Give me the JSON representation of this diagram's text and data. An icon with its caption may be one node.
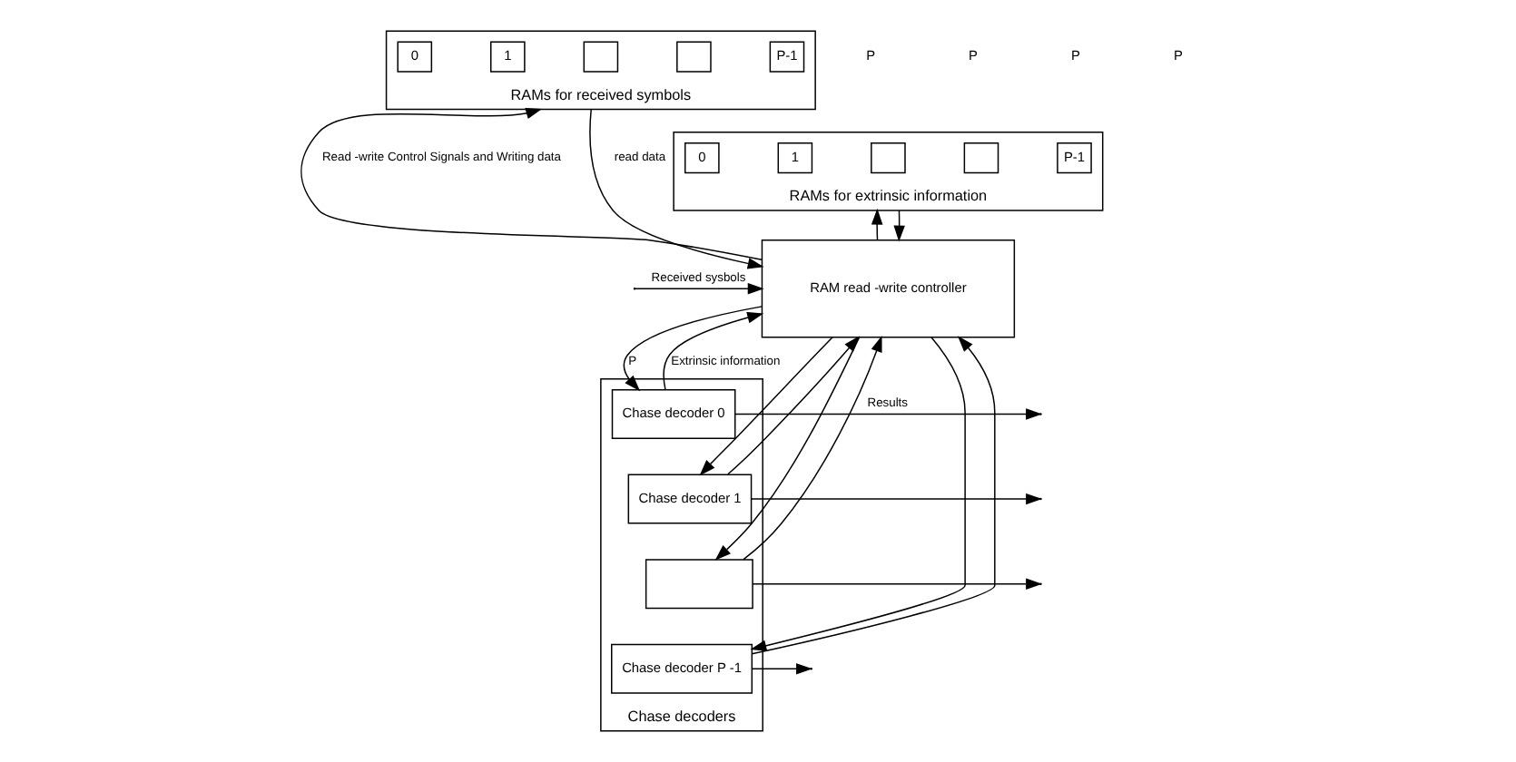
{
  "diagram": {
    "nodes": [
      {
        "text": [
          "RAMs for received symbols"
        ]
      },
      {
        "text": [
          "0"
        ],
        "in": 0
      },
      {
        "text": [
          "1"
        ],
        "in": 0
      },
      {
        "text": [],
        "shape": "box",
        "in": 0
      },
      {
        "text": [],
        "shape": "box",
        "in": 0
      },
      {
        "text": [
          "P-1"
        ],
        "in": 0
      },
      {
        "text": [
          "RAMs for extrinsic information"
        ]
      },
      {
        "text": [
          "0"
        ],
        "in": 6
      },
      {
        "text": [
          "1"
        ],
        "in": 6
      },
      {
        "text": [],
        "shape": "box",
        "in": 6
      },
      {
        "text": [],
        "shape": "box",
        "in": 6
      },
      {
        "text": [
          "P-1"
        ],
        "in": 6
      },
      {
        "text": [
          "RAM read -write controller"
        ]
      },
      {
        "text": [
          "Chase decoders"
        ]
      },
      {
        "text": [
          "Chase decoder 0"
        ],
        "in": 13
      },
      {
        "text": [
          "Chase decoder 1"
        ],
        "in": 13
      },
      {
        "text": [],
        "shape": "box",
        "in": 13
      },
      {
        "text": [
          "Chase decoder P -1"
        ],
        "in": 13
      }
    ],
    "edges": [
      {
        "from": 12,
        "to": 0,
        "arrow": "to",
        "label": "Read -write Control Signals and Writing data"
      },
      {
        "from": 12,
        "to": 6,
        "arrow": "to"
      },
      {
        "from": 0,
        "to": 12,
        "arrow": "to",
        "label": "read data"
      },
      {
        "from": 6,
        "to": 12,
        "arrow": "to"
      },
      {
        "from": null,
        "to": 12,
        "arrow": "to",
        "label": "Received sysbols"
      },
      {
        "from": 12,
        "to": 14,
        "arrow": "to",
        "label": "P"
      },
      {
        "from": 12,
        "to": 15,
        "arrow": "to"
      },
      {
        "from": 12,
        "to": 16,
        "arrow": "to"
      },
      {
        "from": 12,
        "to": 17,
        "arrow": "to"
      },
      {
        "from": 14,
        "to": null,
        "arrow": "to",
        "label": "Results"
      },
      {
        "from": 15,
        "to": null,
        "arrow": "to"
      },
      {
        "from": 16,
        "to": null,
        "arrow": "to"
      },
      {
        "from": 17,
        "to": null,
        "arrow": "to"
      },
      {
        "from": 14,
        "to": 12,
        "arrow": "to",
        "label": "Extrinsic information"
      },
      {
        "from": 15,
        "to": 12,
        "arrow": "to"
      },
      {
        "from": 16,
        "to": 12,
        "arrow": "to"
      },
      {
        "from": 17,
        "to": 12,
        "arrow": "to"
      }
    ],
    "labels": [
      "P",
      "P",
      "P",
      "P"
    ]
  }
}
